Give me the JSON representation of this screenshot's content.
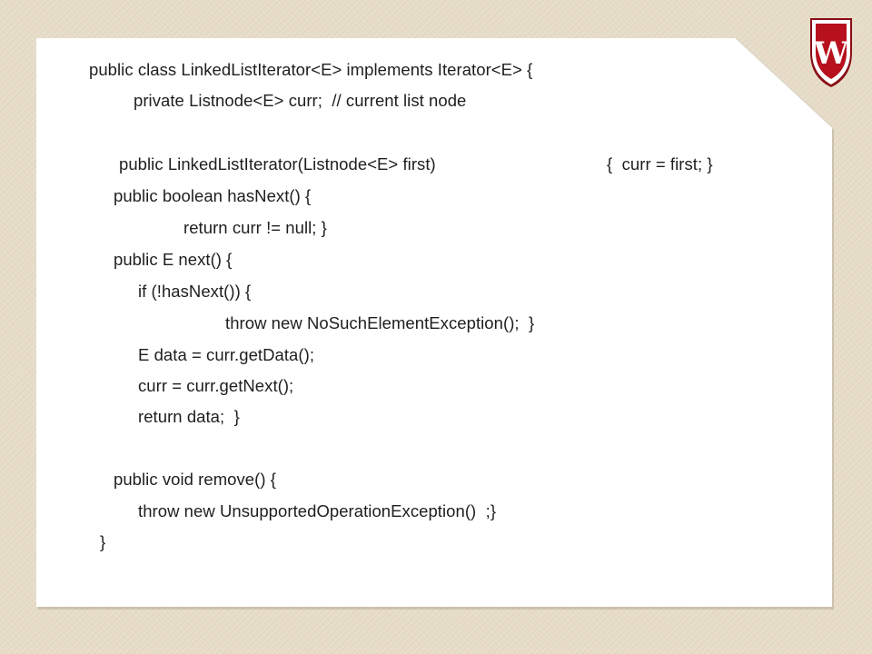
{
  "slide": {
    "code_lines": [
      "public class LinkedListIterator<E> implements Iterator<E> {",
      "private Listnode<E> curr;  // current list node",
      "public LinkedListIterator(Listnode<E> first)",
      "{  curr = first; }",
      "public boolean hasNext() {",
      "return curr != null; }",
      "public E next() {",
      "if (!hasNext()) {",
      "throw new NoSuchElementException();  }",
      "E data = curr.getData();",
      "curr = curr.getNext();",
      "return data;  }",
      "public void remove() {",
      "throw new UnsupportedOperationException()  ;}",
      "}"
    ]
  },
  "logo": {
    "icon": "university-crest-icon",
    "letter": "W",
    "colors": {
      "shield": "#b7111d",
      "border": "#ffffff",
      "outline": "#8a0c14"
    }
  }
}
